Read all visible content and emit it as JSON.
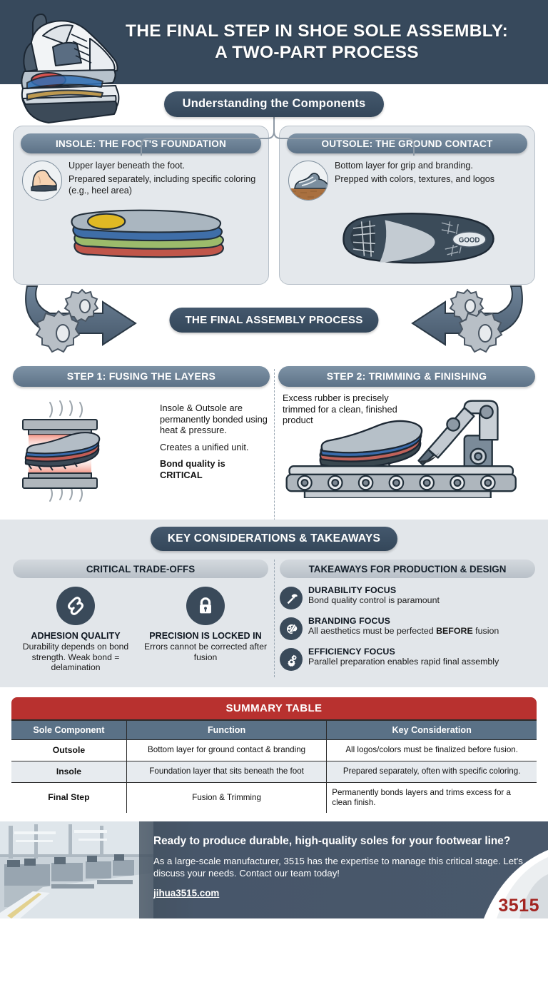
{
  "header": {
    "title_line1": "THE FINAL STEP IN SHOE SOLE ASSEMBLY:",
    "title_line2": "A TWO-PART PROCESS",
    "bg_color": "#37495c"
  },
  "section_understanding": {
    "label": "Understanding the Components"
  },
  "components": [
    {
      "head": "INSOLE: THE FOOT'S FOUNDATION",
      "icon": "foot-icon",
      "line1": "Upper layer beneath the foot.",
      "line2": "Prepared separately, including specific coloring (e.g., heel area)",
      "art": "insole-layers-illustration"
    },
    {
      "head": "OUTSOLE: THE GROUND CONTACT",
      "icon": "shoe-on-ground-icon",
      "line1": "Bottom layer for grip and branding.",
      "line2": "Prepped with colors, textures, and logos",
      "art": "outsole-tread-illustration",
      "art_logo": "GOOD"
    }
  ],
  "assembly": {
    "label": "THE FINAL ASSEMBLY PROCESS"
  },
  "steps": [
    {
      "head": "STEP 1: FUSING THE LAYERS",
      "p1": "Insole & Outsole are permanently bonded using heat & pressure.",
      "p2": "Creates a unified unit.",
      "p3": "Bond quality is CRITICAL",
      "art": "heat-press-illustration"
    },
    {
      "head": "STEP 2: TRIMMING & FINISHING",
      "p1": "Excess rubber is precisely trimmed for a clean, finished product",
      "art": "robot-arm-conveyor-illustration"
    }
  ],
  "key": {
    "title": "KEY CONSIDERATIONS & TAKEAWAYS",
    "left_head": "CRITICAL TRADE-OFFS",
    "right_head": "TAKEAWAYS FOR PRODUCTION & DESIGN",
    "tradeoffs": [
      {
        "icon": "link-chain-icon",
        "title": "ADHESION QUALITY",
        "text": "Durability depends on bond strength. Weak bond = delamination"
      },
      {
        "icon": "lock-icon",
        "title": "PRECISION IS LOCKED IN",
        "text": "Errors cannot be corrected after fusion"
      }
    ],
    "takeaways": [
      {
        "icon": "hammer-icon",
        "title": "DURABILITY FOCUS",
        "text": "Bond quality control is paramount",
        "bold_word": ""
      },
      {
        "icon": "paint-palette-icon",
        "title": "BRANDING FOCUS",
        "text_before": "All aesthetics must be perfected ",
        "bold_word": "BEFORE",
        "text_after": " fusion"
      },
      {
        "icon": "gears-icon",
        "title": "EFFICIENCY FOCUS",
        "text": "Parallel preparation enables rapid final assembly",
        "bold_word": ""
      }
    ]
  },
  "table": {
    "caption": "SUMMARY TABLE",
    "headers": [
      "Sole Component",
      "Function",
      "Key Consideration"
    ],
    "rows": [
      {
        "component": "Outsole",
        "function": "Bottom layer for ground contact & branding",
        "consideration": "All logos/colors must be finalized before fusion."
      },
      {
        "component": "Insole",
        "function": "Foundation layer that sits beneath the foot",
        "consideration": "Prepared separately, often with specific coloring."
      },
      {
        "component": "Final Step",
        "function": "Fusion & Trimming",
        "consideration": "Permanently bonds layers and trims excess for a clean finish."
      }
    ],
    "caption_color": "#b8312f",
    "header_color": "#5a7186"
  },
  "cta": {
    "heading": "Ready to produce durable, high-quality soles for your footwear line?",
    "body": "As a large-scale manufacturer, 3515 has the expertise to manage this critical stage. Let's discuss your needs. Contact our team today!",
    "link": "jihua3515.com",
    "brand": "3515",
    "brand_color": "#a32420"
  }
}
